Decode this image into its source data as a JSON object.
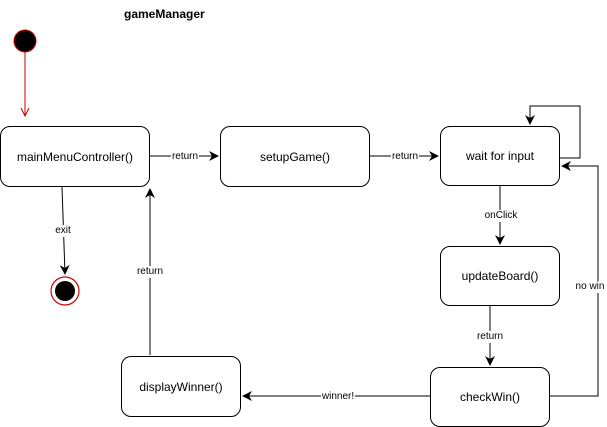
{
  "diagram": {
    "title": "gameManager",
    "states": {
      "main_menu": "mainMenuController()",
      "setup_game": "setupGame()",
      "wait_input": "wait for input",
      "update_board": "updateBoard()",
      "check_win": "checkWin()",
      "display_winner": "displayWinner()"
    },
    "transitions": {
      "main_to_setup": "return",
      "setup_to_wait": "return",
      "wait_to_update": "onClick",
      "update_to_check": "return",
      "check_to_wait": "no win",
      "check_to_display": "winner!",
      "display_to_main": "return",
      "main_to_final": "exit"
    },
    "colors": {
      "initial_arrow": "#cc0000",
      "final_ring": "#cc0000",
      "line": "#000000"
    }
  }
}
